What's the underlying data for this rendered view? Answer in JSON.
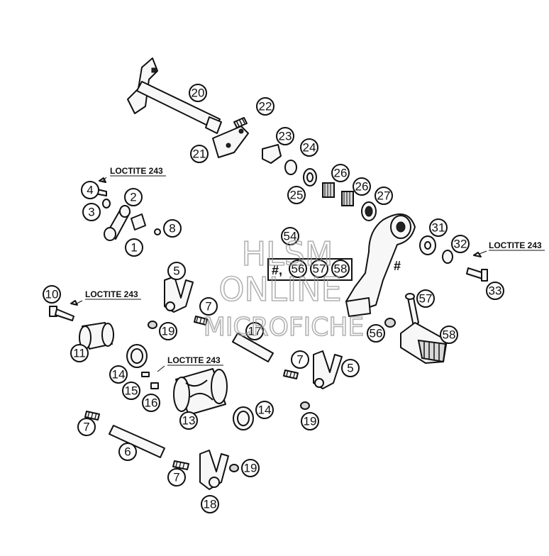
{
  "diagram": {
    "callouts": [
      "20",
      "22",
      "21",
      "23",
      "24",
      "26",
      "25",
      "26",
      "27",
      "4",
      "2",
      "3",
      "8",
      "1",
      "31",
      "32",
      "33",
      "54",
      "56",
      "57",
      "58",
      "5",
      "10",
      "7",
      "19",
      "17",
      "11",
      "57",
      "56",
      "58",
      "14",
      "15",
      "16",
      "13",
      "14",
      "7",
      "5",
      "19",
      "7",
      "6",
      "7",
      "19",
      "18"
    ],
    "loctite_labels": [
      "LOCTITE 243",
      "LOCTITE 243",
      "LOCTITE 243",
      "LOCTITE 243"
    ],
    "hash_marks": [
      "#",
      "#,"
    ],
    "watermark": [
      "HLSM",
      "ONLINE",
      "MICROFICHE"
    ]
  }
}
